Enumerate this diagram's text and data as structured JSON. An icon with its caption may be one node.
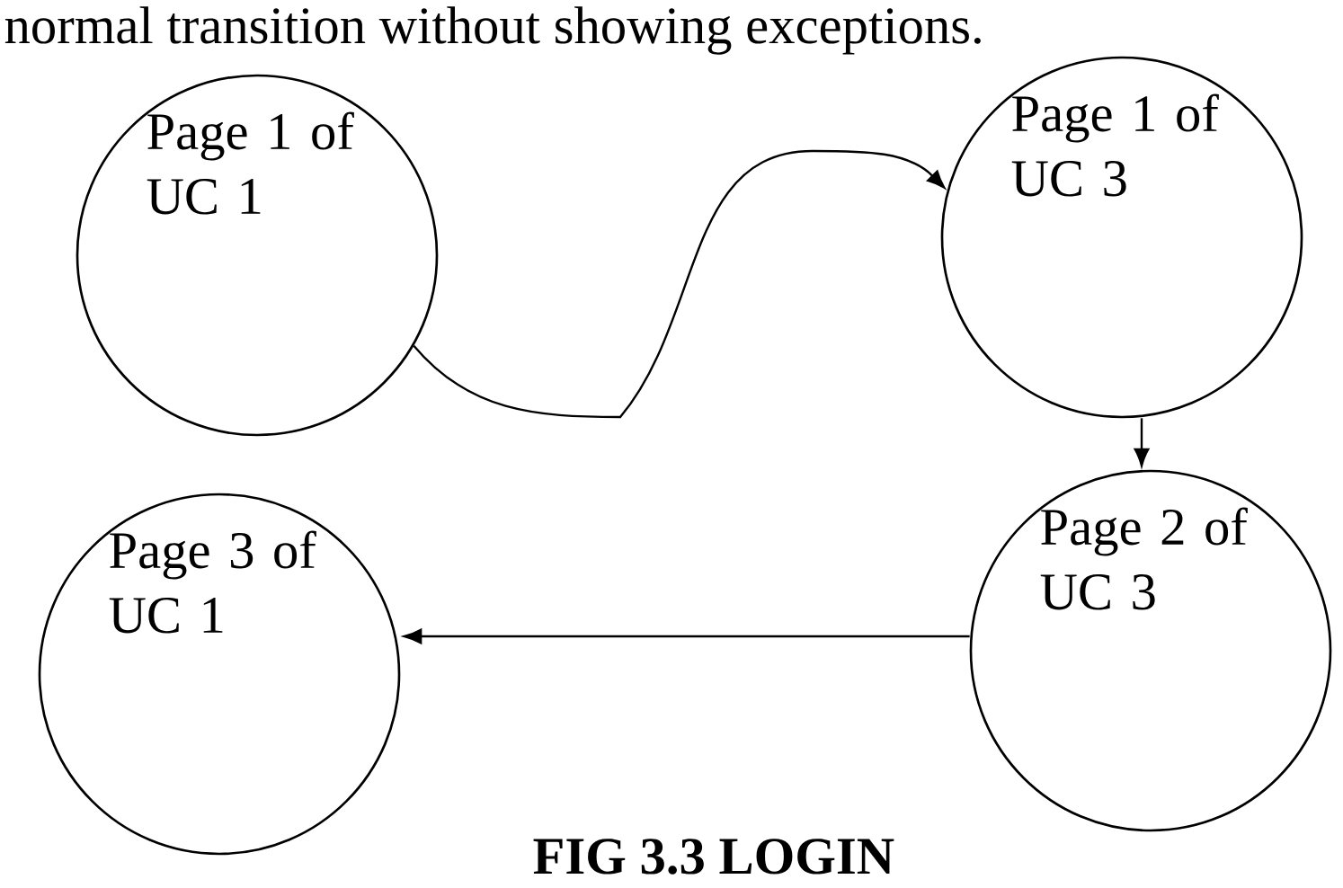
{
  "diagram": {
    "caption": "FIG 3.3 LOGIN",
    "nodes": [
      {
        "text": [
          "Page 1 of UC 1"
        ]
      },
      {
        "text": [
          "Page 1 of UC 3"
        ]
      },
      {
        "text": [
          "Page 2 of UC 3"
        ]
      },
      {
        "text": [
          "Page 3 of UC 1"
        ]
      }
    ],
    "edges": [
      {
        "from": 0,
        "to": 1,
        "arrow": "to"
      },
      {
        "from": 1,
        "to": 2,
        "arrow": "to"
      },
      {
        "from": 2,
        "to": 3,
        "arrow": "to"
      }
    ],
    "labels": [
      "normal transition without showing exceptions."
    ]
  }
}
